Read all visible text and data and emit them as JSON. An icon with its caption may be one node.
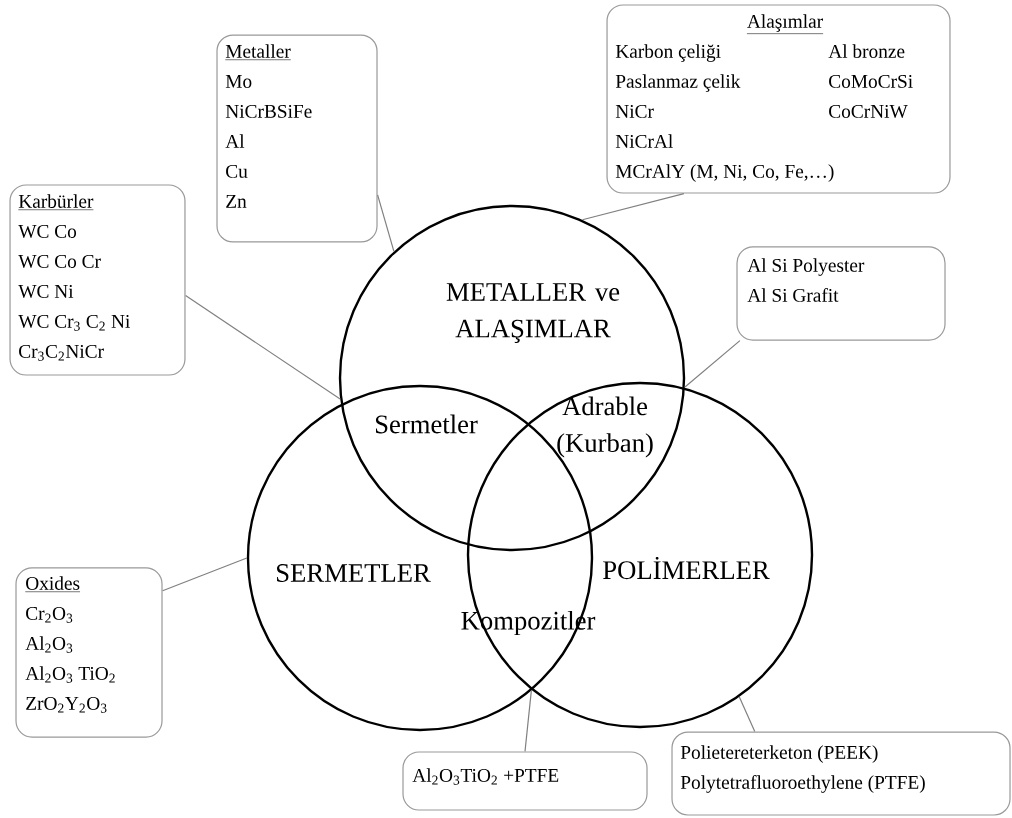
{
  "diagram": {
    "nodes": [
      {
        "text": [
          "Metaller",
          "Mo",
          "NiCrBSiFe",
          "Al",
          "Cu",
          "Zn"
        ]
      },
      {
        "text": [
          "Alaşımlar",
          "Karbon çeliği",
          "Al bronze",
          "Paslanmaz çelik",
          "CoMoCrSi",
          "NiCr",
          "CoCrNiW",
          "NiCrAl",
          "MCrAlY (M, Ni, Co, Fe,…)"
        ]
      },
      {
        "text": [
          "Karbürler",
          "WC Co",
          "WC Co Cr",
          "WC Ni",
          "WC Cr$_{3}$ C$_{2}$ Ni",
          "Cr$_{3}$C$_{2}$NiCr"
        ]
      },
      {
        "text": [
          "Al Si Polyester",
          "Al Si Grafit"
        ]
      },
      {
        "text": [
          "METALLER ve ALAŞIMLAR"
        ]
      },
      {
        "text": [
          "SERMETLER"
        ]
      },
      {
        "text": [
          "POLİMERLER"
        ]
      },
      {
        "text": [
          "Oxides",
          "Cr$_{2}$O$_{3}$",
          "Al$_{2}$O$_{3}$",
          "Al$_{2}$O$_{3}$ TiO$_{2}$",
          "ZrO$_{2}$Y$_{2}$O$_{3}$"
        ]
      },
      {
        "text": [
          "Al$_{2}$O$_{3}$TiO$_{2}$ +PTFE"
        ]
      },
      {
        "text": [
          "Polietereterketon (PEEK)",
          "Polytetrafluoroethylene (PTFE)"
        ]
      }
    ],
    "edges": [
      {
        "from": 0,
        "to": 4,
        "arrow": "none"
      },
      {
        "from": 1,
        "to": 4,
        "arrow": "none"
      },
      {
        "from": 2,
        "to": 4,
        "arrow": "none"
      },
      {
        "from": 3,
        "to": 4,
        "arrow": "none"
      },
      {
        "from": 7,
        "to": 5,
        "arrow": "none"
      },
      {
        "from": 8,
        "to": 5,
        "arrow": "none"
      },
      {
        "from": 9,
        "to": 6,
        "arrow": "none"
      }
    ],
    "labels": [
      "Sermetler",
      "Adrable (Kurban)",
      "Kompozitler"
    ]
  }
}
